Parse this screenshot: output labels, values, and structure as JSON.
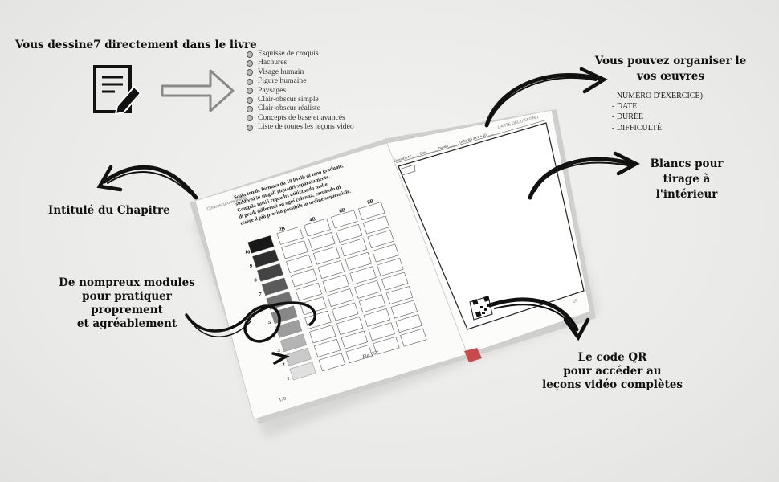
{
  "callouts": {
    "draw_in_book": "Vous dessine7 directement dans le livre",
    "organize": [
      "Vous pouvez organiser le",
      "vos œuvres"
    ],
    "blanks": [
      "Blancs pour",
      "tirage à",
      "l'intérieur"
    ],
    "chapter_title": "Intitulé du Chapitre",
    "modules": [
      "De nompreux modules",
      "pour pratiquer proprement",
      "et agréablement"
    ],
    "qr": [
      "Le code QR",
      "pour accéder au",
      "leçons vidéo complètes"
    ]
  },
  "topics": [
    "Esquisse de croquis",
    "Hachures",
    "Visage humain",
    "Figure humaine",
    "Paysages",
    "Clair-obscur simple",
    "Clair-obscur réaliste",
    "Concepts de base et avancés",
    "Liste de toutes les leçons vidéo"
  ],
  "fields": [
    "- NUMÉRO D'EXERCICE)",
    "- DATE",
    "- DURÉE",
    "- DIFFICULTÉ"
  ],
  "book": {
    "left_header": "Chiaroscuro realistico",
    "left_text": [
      "Scala tonale formata da 10 livelli di tono graduale,",
      "suddivisi in singoli riquadri separatamente.",
      "Compila tutti i riquadri utilizzando molte",
      "di gradi differenti ad ogni colonna, cercando di",
      "essere il più preciso possibile in ordine sequenziale."
    ],
    "pencil_grades": [
      "2B",
      "4B",
      "6B",
      "8B"
    ],
    "scale_numbers": [
      "10",
      "9",
      "8",
      "7",
      "6",
      "5",
      "4",
      "3",
      "2",
      "1"
    ],
    "fig_label": "Fig. 267",
    "left_page_number": "170",
    "right_header": "L'ARTE DEL DISEGNO",
    "right_meta": "Esercizio N°____  Data______  Durata______  Difficoltà da 1 a 10____",
    "right_page_number": "29"
  },
  "colors": {
    "ink": "#111111",
    "page": "#fbfbfa",
    "background": "#ececea"
  }
}
